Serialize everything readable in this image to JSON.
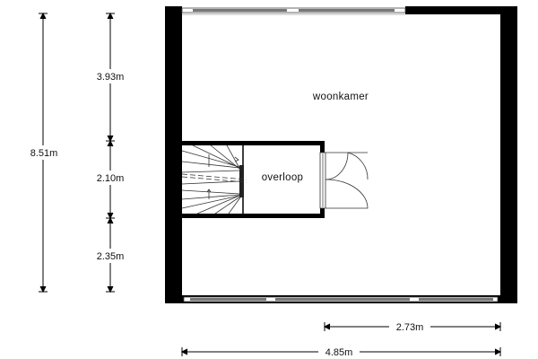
{
  "rooms": {
    "living": "woonkamer",
    "landing": "overloop"
  },
  "dimensions": {
    "total_height": "8.51m",
    "segment_top": "3.93m",
    "segment_middle": "2.10m",
    "segment_bottom": "2.35m",
    "width_partial": "2.73m",
    "width_total": "4.85m"
  },
  "colors": {
    "wall": "#000000",
    "line": "#222222",
    "window": "#777777"
  }
}
